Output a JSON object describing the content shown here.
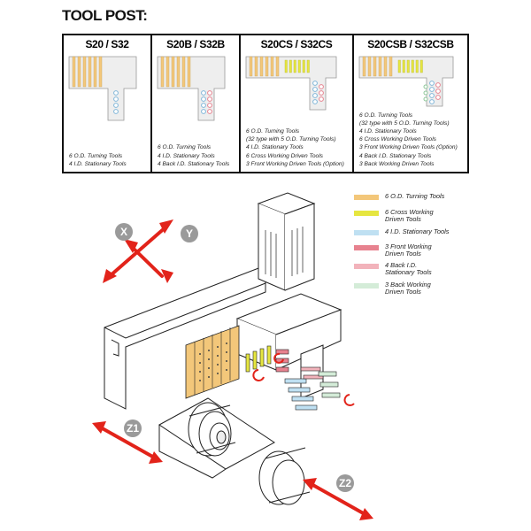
{
  "title": "TOOL POST:",
  "columns": [
    {
      "header": "S20 / S32",
      "lines": [
        "6 O.D. Turning Tools",
        "4 I.D. Stationary Tools"
      ]
    },
    {
      "header": "S20B / S32B",
      "lines": [
        "6 O.D. Turning Tools",
        "4 I.D. Stationary Tools",
        "4 Back I.D. Stationary Tools"
      ]
    },
    {
      "header": "S20CS / S32CS",
      "lines": [
        "6 O.D. Turning Tools",
        "(32 type with 5 O.D. Turning Tools)",
        "4 I.D. Stationary Tools",
        "6 Cross Working Driven Tools",
        "3 Front Working Driven Tools (Option)"
      ]
    },
    {
      "header": "S20CSB / S32CSB",
      "lines": [
        "6 O.D. Turning Tools",
        "(32 type with 5 O.D. Turning Tools)",
        "4 I.D. Stationary Tools",
        "6 Cross Working Driven Tools",
        "3 Front Working Driven Tools (Option)",
        "4 Back I.D. Stationary Tools",
        "3 Back Working Driven Tools"
      ]
    }
  ],
  "legend": [
    {
      "lines": [
        "6 O.D. Turning Tools"
      ],
      "color": "#f3c77a"
    },
    {
      "lines": [
        "6 Cross Working",
        "Driven Tools"
      ],
      "color": "#e6e640"
    },
    {
      "lines": [
        "4 I.D. Stationary Tools"
      ],
      "color": "#bfe0f2"
    },
    {
      "lines": [
        "3 Front Working",
        "Driven Tools"
      ],
      "color": "#e7828f"
    },
    {
      "lines": [
        "4 Back I.D.",
        "Stationary Tools"
      ],
      "color": "#f2b3bb"
    },
    {
      "lines": [
        "3 Back Working",
        "Driven Tools"
      ],
      "color": "#d4ecd8"
    }
  ],
  "axes": {
    "x": "X",
    "y": "Y",
    "z1": "Z1",
    "z2": "Z2"
  },
  "colors": {
    "arrow": "#e2231a",
    "axis_circle": "#9a9a9a",
    "outline": "#222222"
  }
}
